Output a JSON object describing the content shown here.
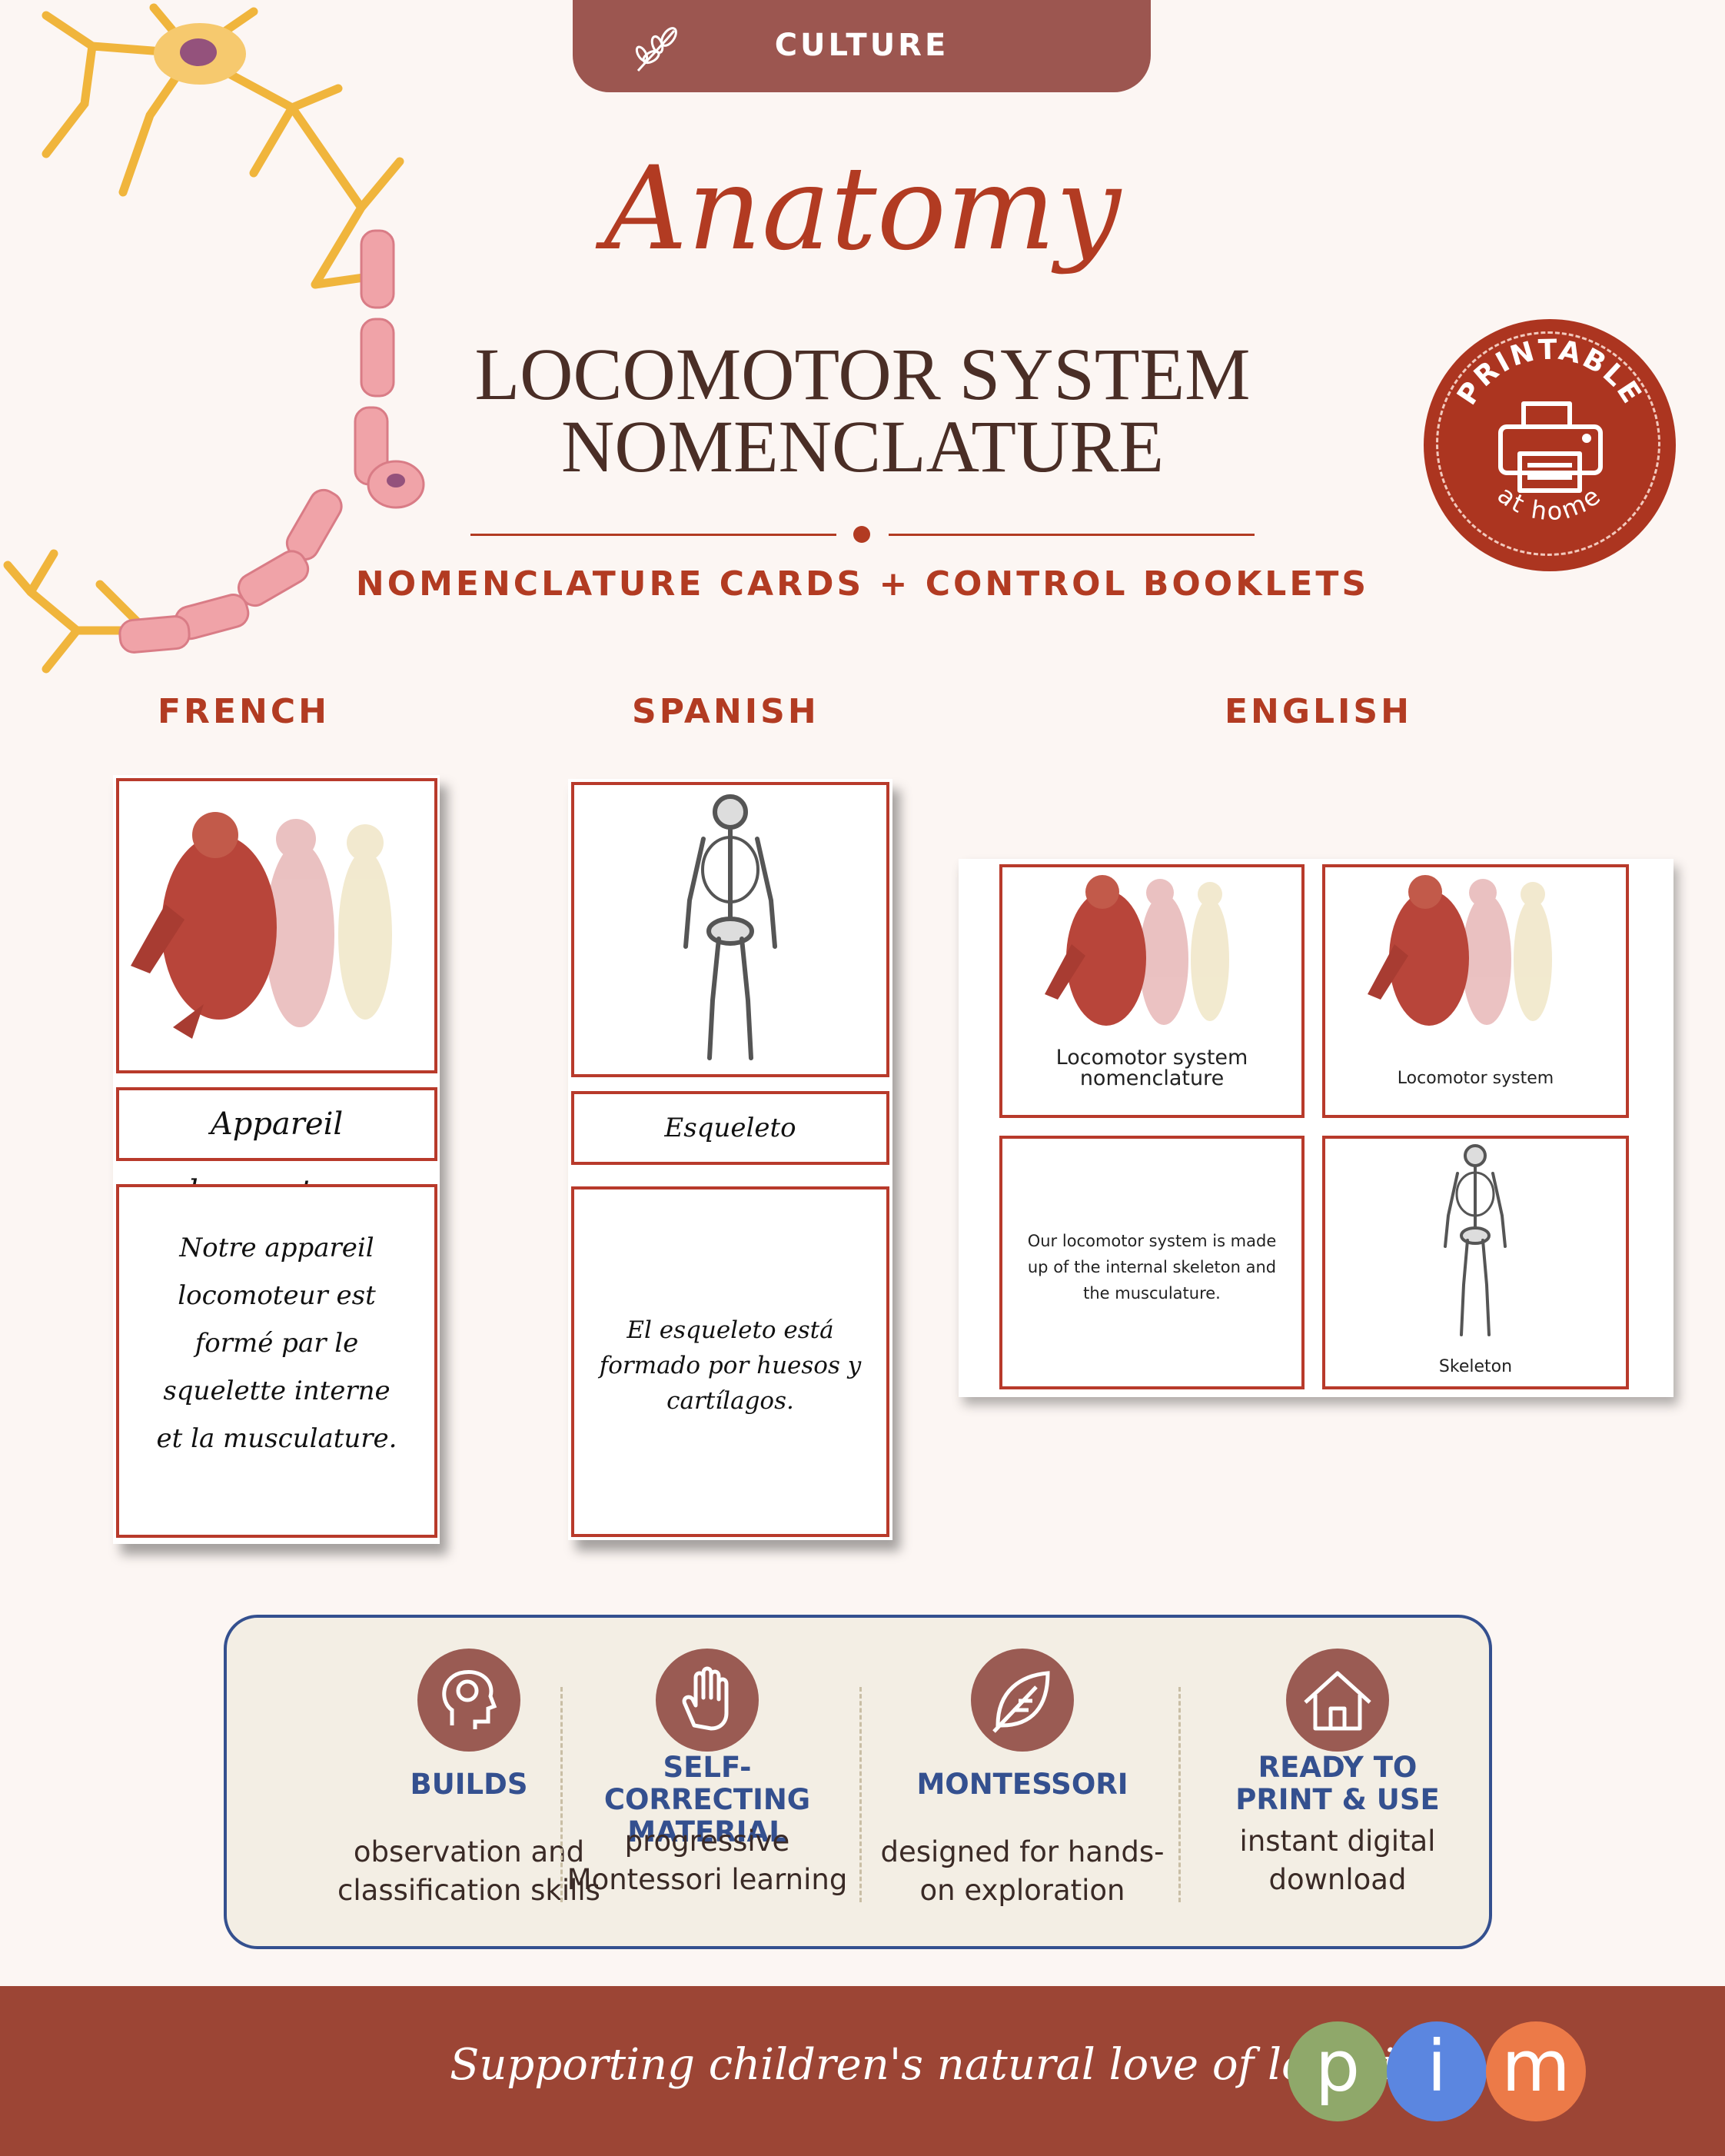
{
  "top_tab": {
    "label": "CULTURE"
  },
  "script_title": "Anatomy",
  "main_title": {
    "line1": "LOCOMOTOR SYSTEM",
    "line2": "NOMENCLATURE"
  },
  "subtitle": "NOMENCLATURE CARDS + CONTROL BOOKLETS",
  "badge": {
    "top_text": "PRINTABLE",
    "bottom_text": "at home",
    "icon": "printer-icon"
  },
  "languages": {
    "french": "FRENCH",
    "spanish": "SPANISH",
    "english": "ENGLISH"
  },
  "french_cards": {
    "label": "Appareil locomoteur",
    "definition": [
      "Notre appareil",
      "locomoteur est",
      "formé par le",
      "squelette interne",
      "et la musculature."
    ]
  },
  "spanish_cards": {
    "label": "Esqueleto",
    "definition": [
      "El esqueleto está",
      "formado por huesos y",
      "cartílagos."
    ]
  },
  "english_cards": {
    "title_card": [
      "Locomotor system",
      "nomenclature"
    ],
    "picture_label": "Locomotor system",
    "definition": [
      "Our locomotor system is made",
      "up of the internal skeleton and",
      "the musculature."
    ],
    "skeleton_label": "Skeleton"
  },
  "features": [
    {
      "icon": "brain-head-icon",
      "head": [
        "BUILDS"
      ],
      "desc": [
        "observation and",
        "classification skills"
      ]
    },
    {
      "icon": "hand-icon",
      "head": [
        "SELF-CORRECTING",
        "MATERIAL"
      ],
      "desc": [
        "progressive",
        "Montessori learning"
      ]
    },
    {
      "icon": "leaf-icon",
      "head": [
        "MONTESSORI"
      ],
      "desc": [
        "designed for hands-",
        "on exploration"
      ]
    },
    {
      "icon": "house-icon",
      "head": [
        "READY TO",
        "PRINT & USE"
      ],
      "desc": [
        "instant digital",
        "download"
      ]
    }
  ],
  "footer": {
    "tagline": "Supporting children's natural love of learning",
    "logo": {
      "p": "p",
      "i": "i",
      "m": "m"
    }
  },
  "colors": {
    "accent": "#b23b22",
    "brown": "#9c5650",
    "navy": "#34508f",
    "logo_green": "#8fa86a",
    "logo_blue": "#5b86e0",
    "logo_orange": "#ec7a48"
  }
}
